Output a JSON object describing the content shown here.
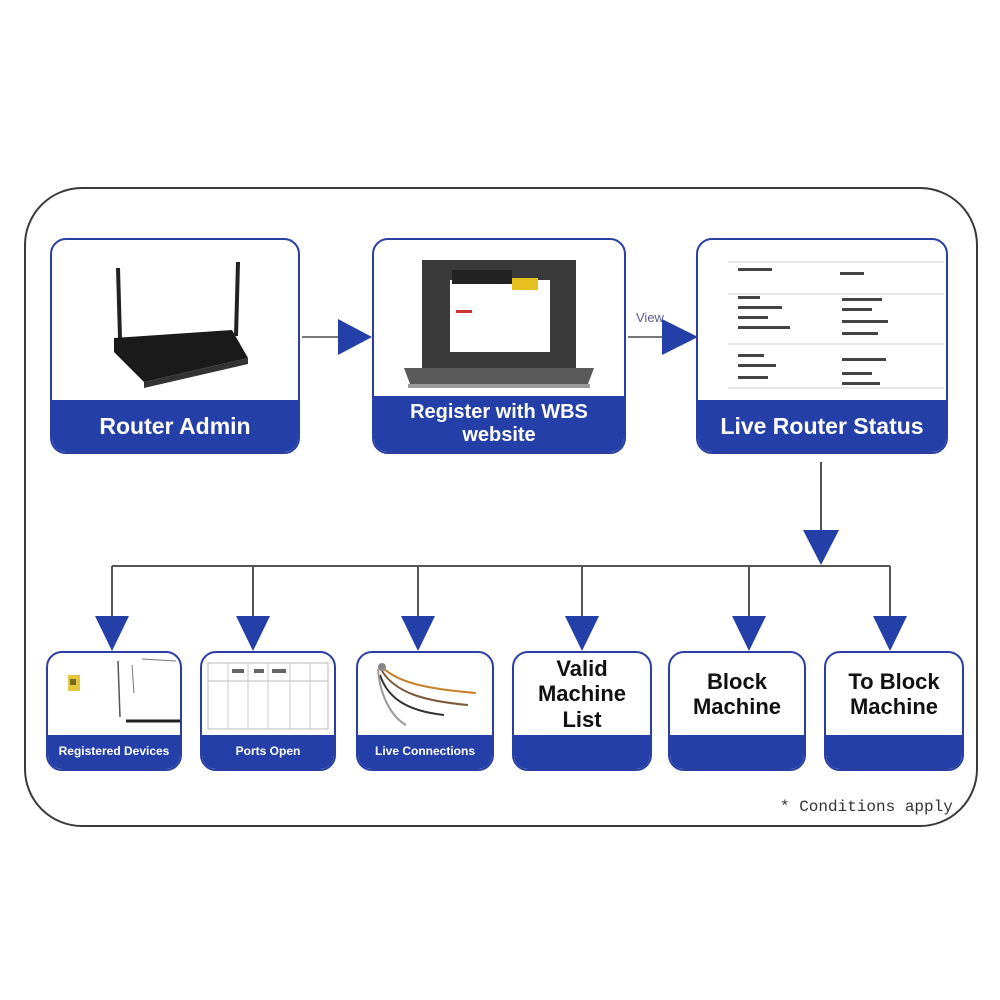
{
  "colors": {
    "accent": "#2440a8",
    "arrow": "#2440a8",
    "line": "#555555",
    "frame": "#3a3a3a"
  },
  "top_nodes": [
    {
      "label": "Router Admin",
      "image": "router-icon"
    },
    {
      "label": "Register with WBS website",
      "image": "laptop-screenshot"
    },
    {
      "label": "Live Router Status",
      "image": "status-table-screenshot"
    }
  ],
  "connector_label": "View",
  "bottom_nodes": [
    {
      "label": "Registered Devices",
      "image": "device-list-screenshot"
    },
    {
      "label": "Ports Open",
      "image": "ports-table-screenshot"
    },
    {
      "label": "Live Connections",
      "image": "cables-photo"
    },
    {
      "label": "Valid Machine List"
    },
    {
      "label": "Block Machine"
    },
    {
      "label": "To Block Machine"
    }
  ],
  "footnote": "* Conditions apply"
}
